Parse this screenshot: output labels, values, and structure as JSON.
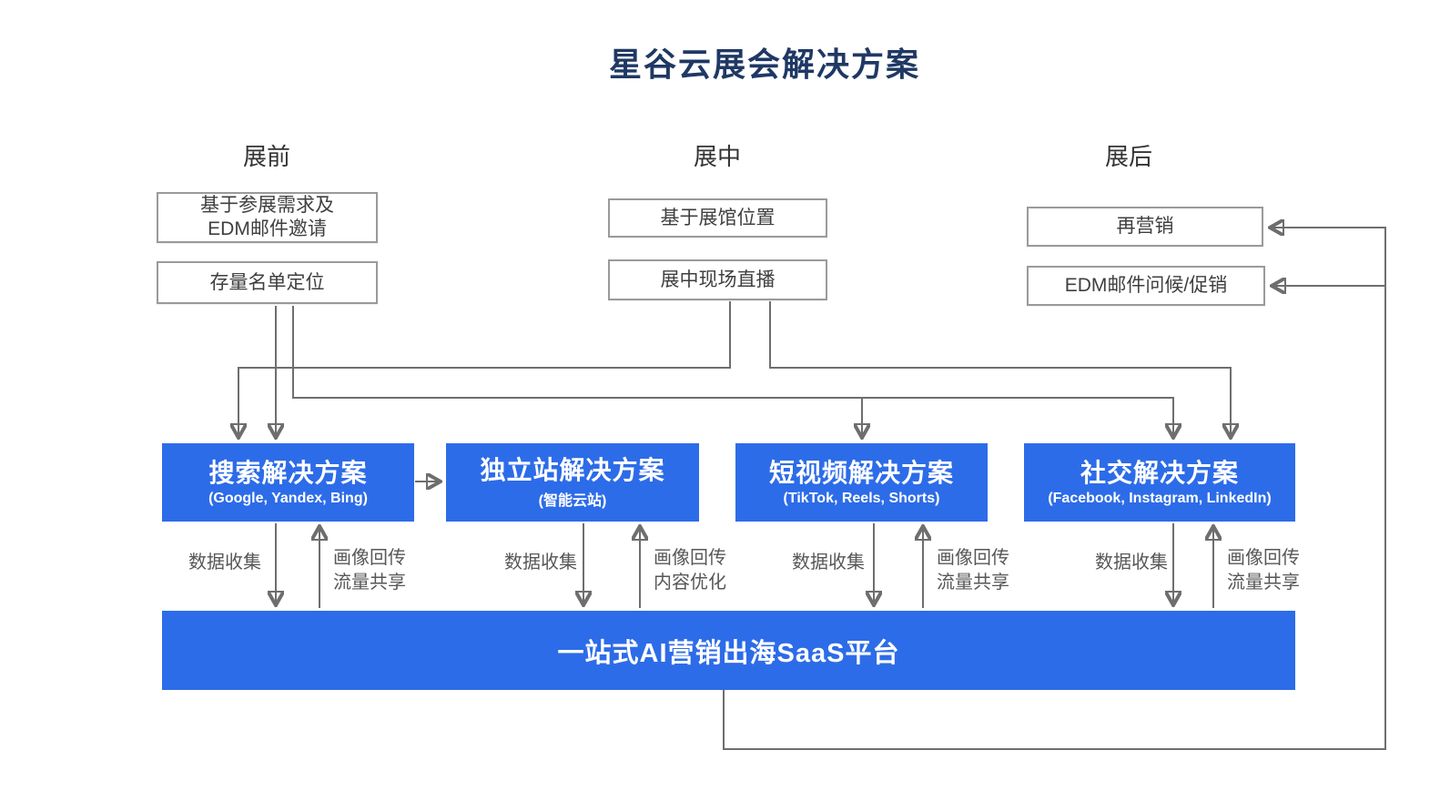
{
  "title": "星谷云展会解决方案",
  "stages": [
    {
      "header": "展前",
      "boxes": [
        "基于参展需求及\nEDM邮件邀请",
        "存量名单定位"
      ]
    },
    {
      "header": "展中",
      "boxes": [
        "基于展馆位置",
        "展中现场直播"
      ]
    },
    {
      "header": "展后",
      "boxes": [
        "再营销",
        "EDM邮件问候/促销"
      ]
    }
  ],
  "solutions": [
    {
      "name": "搜索解决方案",
      "platforms": "(Google, Yandex, Bing)"
    },
    {
      "name": "独立站解决方案",
      "platforms": "(智能云站)"
    },
    {
      "name": "短视频解决方案",
      "platforms": "(TikTok, Reels, Shorts)"
    },
    {
      "name": "社交解决方案",
      "platforms": "(Facebook, Instagram, LinkedIn)"
    }
  ],
  "flows": [
    {
      "down": "数据收集",
      "up": "画像回传\n流量共享"
    },
    {
      "down": "数据收集",
      "up": "画像回传\n内容优化"
    },
    {
      "down": "数据收集",
      "up": "画像回传\n流量共享"
    },
    {
      "down": "数据收集",
      "up": "画像回传\n流量共享"
    }
  ],
  "platform": {
    "label": "一站式AI营销出海SaaS平台"
  },
  "colors": {
    "accent_blue": "#2d6ce8",
    "title_navy": "#1f3864",
    "line_gray": "#6e6e6e",
    "box_border": "#9a9a9a",
    "text_dark": "#3f3f3f",
    "label_gray": "#575757"
  }
}
